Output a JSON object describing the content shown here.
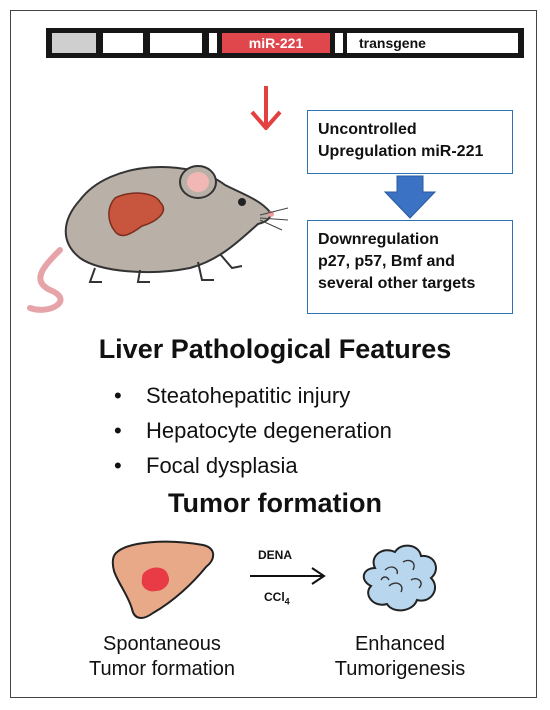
{
  "transgene_construct": {
    "mirna_label": "miR-221",
    "transgene_label": "transgene",
    "colors": {
      "bar": "#161616",
      "mirna": "#e0474c",
      "grey_segment": "#cfcfcf"
    }
  },
  "regulation_boxes": {
    "upregulation": [
      "Uncontrolled",
      "Upregulation miR-221"
    ],
    "downregulation": [
      "Downregulation",
      "p27, p57, Bmf and",
      "several other targets"
    ],
    "colors": {
      "border": "#2e74b5",
      "arrow": "#3b72c4",
      "red_arrow": "#e34040"
    }
  },
  "liver_features": {
    "title": "Liver Pathological Features",
    "items": [
      "Steatohepatitic injury",
      "Hepatocyte degeneration",
      "Focal dysplasia"
    ]
  },
  "tumor_formation": {
    "title": "Tumor formation",
    "treatment_top": "DENA",
    "treatment_bottom": "CCl",
    "treatment_bottom_subscript": "4",
    "left_caption": [
      "Spontaneous",
      "Tumor formation"
    ],
    "right_caption": [
      "Enhanced",
      "Tumorigenesis"
    ],
    "colors": {
      "liver": "#e8a989",
      "tumor": "#e83b45",
      "tumor_mass": "#b8d7ef"
    }
  },
  "icons": [
    "mouse-illustration",
    "liver-icon",
    "tumor-mass-icon",
    "down-arrow-icon",
    "right-arrow-icon"
  ]
}
